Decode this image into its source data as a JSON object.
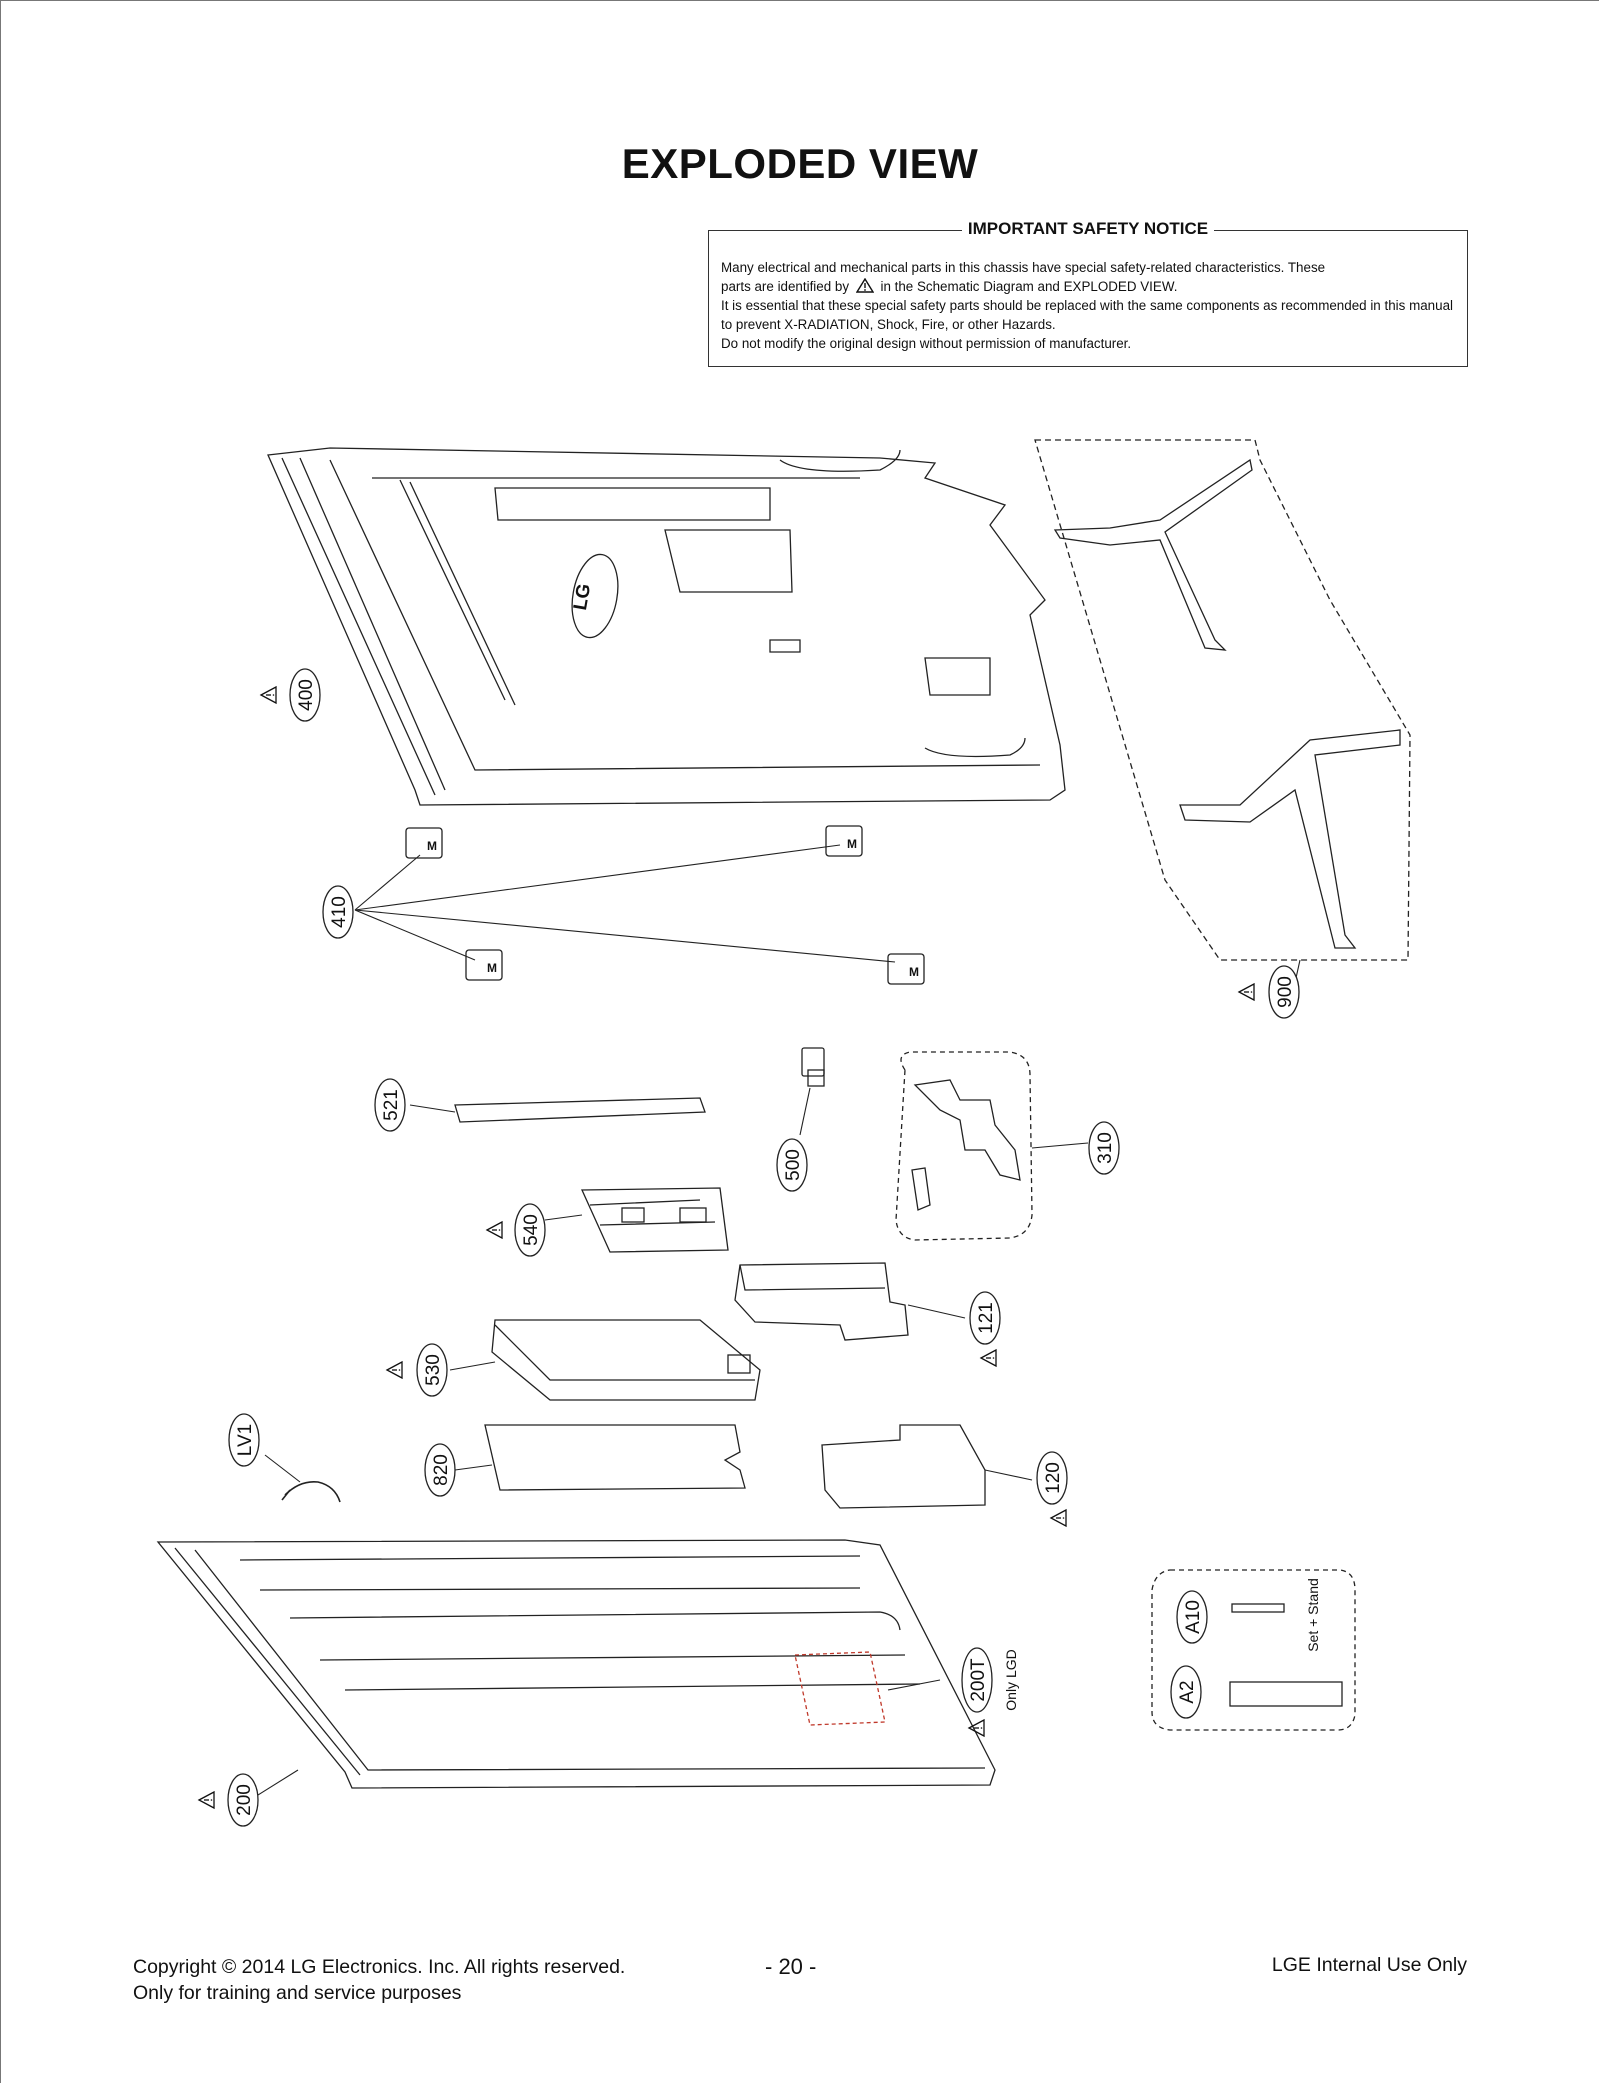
{
  "title": "EXPLODED VIEW",
  "notice": {
    "heading": "IMPORTANT SAFETY NOTICE",
    "line1": "Many electrical and mechanical parts in this chassis have special safety-related characteristics. These",
    "line2_before": "parts are identified by",
    "line2_after": "in the Schematic Diagram and EXPLODED VIEW.",
    "line3": "It is essential that these special safety parts should be replaced with the same components as recommended in this manual to prevent X-RADIATION, Shock, Fire, or other Hazards.",
    "line4": "Do not modify the original design without permission of manufacturer."
  },
  "parts": {
    "p400": "400",
    "p410": "410",
    "p900": "900",
    "p521": "521",
    "p500": "500",
    "p310": "310",
    "p540": "540",
    "p121": "121",
    "p530": "530",
    "lv1": "LV1",
    "p820": "820",
    "p120": "120",
    "p200t": "200T",
    "only_lgd": "Only LGD",
    "p200": "200",
    "a10": "A10",
    "a2": "A2",
    "set_stand": "Set + Stand",
    "logo": "LG",
    "bracket_mark": "M"
  },
  "footer": {
    "copyright": "Copyright  © 2014 LG Electronics. Inc. All rights reserved.",
    "purpose": "Only for training and service purposes",
    "page": "- 20 -",
    "internal": "LGE Internal Use Only"
  }
}
